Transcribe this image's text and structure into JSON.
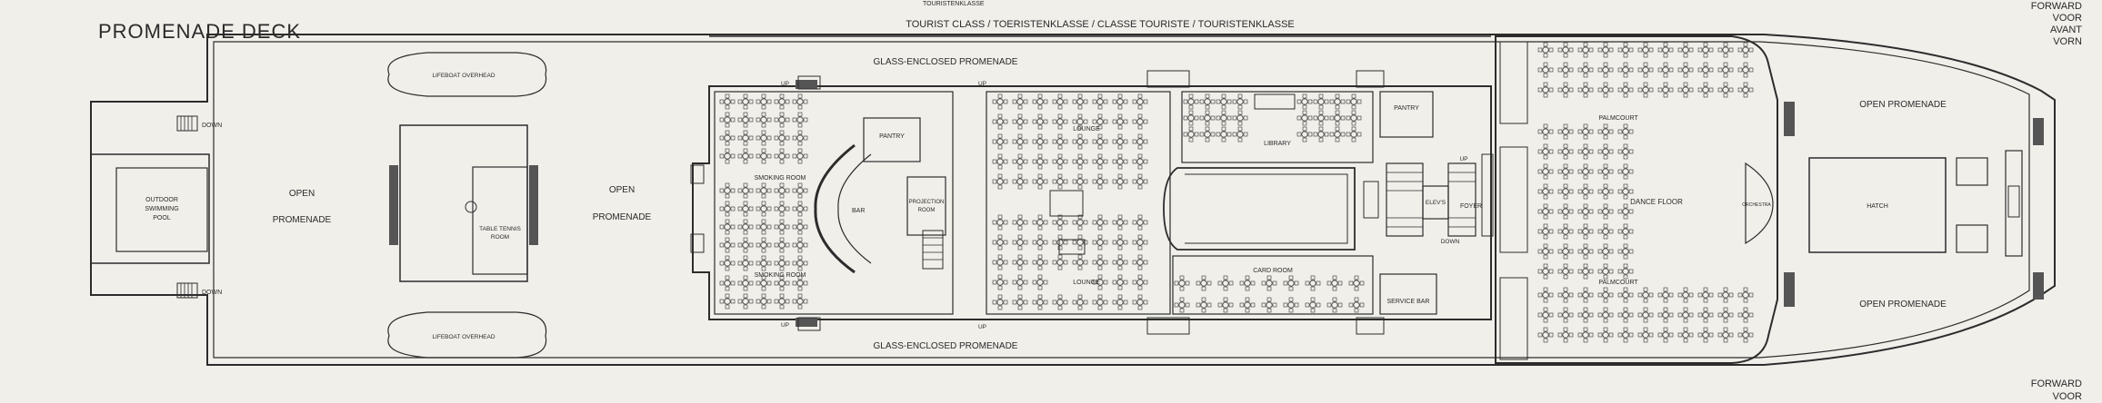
{
  "title": "PROMENADE DECK",
  "direction_labels": {
    "forward_top": [
      "FORWARD",
      "VOOR",
      "AVANT",
      "VORN"
    ],
    "forward_bottom": [
      "FORWARD",
      "VOOR"
    ]
  },
  "class_banner": "TOURIST CLASS / TOERISTENKLASSE / CLASSE TOURISTE / TOURISTENKLASSE",
  "top_cut_label": "TOURISTENKLASSE",
  "rooms": {
    "outdoor_pool": [
      "OUTDOOR",
      "SWIMMING",
      "POOL"
    ],
    "lifeboat_top": "LIFEBOAT OVERHEAD",
    "lifeboat_bottom": "LIFEBOAT OVERHEAD",
    "open_promenade_aft": [
      "OPEN",
      "PROMENADE"
    ],
    "table_tennis": [
      "TABLE TENNIS",
      "ROOM"
    ],
    "open_promenade_mid": [
      "OPEN",
      "PROMENADE"
    ],
    "glass_promenade_top": "GLASS-ENCLOSED PROMENADE",
    "glass_promenade_bottom": "GLASS-ENCLOSED PROMENADE",
    "smoking_room_top": "SMOKING ROOM",
    "smoking_room_bottom": "SMOKING ROOM",
    "bar": "BAR",
    "pantry_aft": "PANTRY",
    "projection_room": [
      "PROJECTION",
      "ROOM"
    ],
    "lounge_top": "LOUNGE",
    "lounge_bottom": "LOUNGE",
    "library": "LIBRARY",
    "card_room": "CARD ROOM",
    "pantry_fwd": "PANTRY",
    "service_bar": "SERVICE BAR",
    "elevator": "ELEV'S",
    "foyer": "FOYER",
    "palmcourt_top": "PALMCOURT",
    "palmcourt_bottom": "PALMCOURT",
    "dance_floor": "DANCE FLOOR",
    "orchestra": "ORCHESTRA",
    "open_promenade_fwd_top": "OPEN PROMENADE",
    "open_promenade_fwd_bottom": "OPEN PROMENADE",
    "hatch": "HATCH"
  },
  "stair_labels": {
    "down_top": "DOWN",
    "down_bottom": "DOWN",
    "up_smoking_top": "UP",
    "up_smoking_bottom": "UP",
    "up_lounge_top": "UP",
    "up_lounge_bottom": "UP",
    "up_foyer": "UP",
    "down_foyer": "DOWN"
  }
}
